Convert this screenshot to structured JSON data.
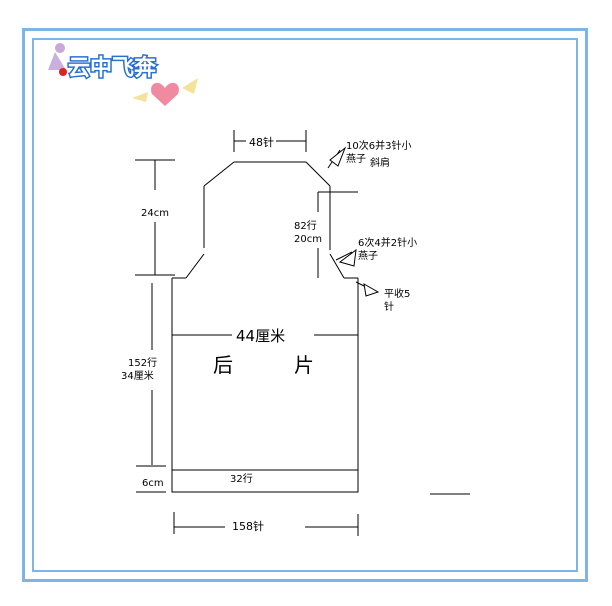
{
  "logo": {
    "text": "云中飞奔"
  },
  "labels": {
    "neck_width": "48针",
    "shoulder_note_1": "10次6并3针小",
    "shoulder_note_2": "燕子",
    "shoulder_note_3": "斜肩",
    "armhole_height": "24cm",
    "armhole_rows": "82行",
    "armhole_cm": "20cm",
    "armhole_dec_1": "6次4并2针小",
    "armhole_dec_2": "燕子",
    "bind_off_1": "平收5",
    "bind_off_2": "针",
    "chest_width": "44厘米",
    "piece_name_1": "后",
    "piece_name_2": "片",
    "body_rows": "152行",
    "body_cm": "34厘米",
    "ribbing_cm": "6cm",
    "ribbing_rows": "32行",
    "cast_on": "158针"
  },
  "colors": {
    "frame": "#7fb4e4",
    "line": "#000000",
    "logo_stroke": "#2a6fd0",
    "heart": "#f08aa0"
  }
}
